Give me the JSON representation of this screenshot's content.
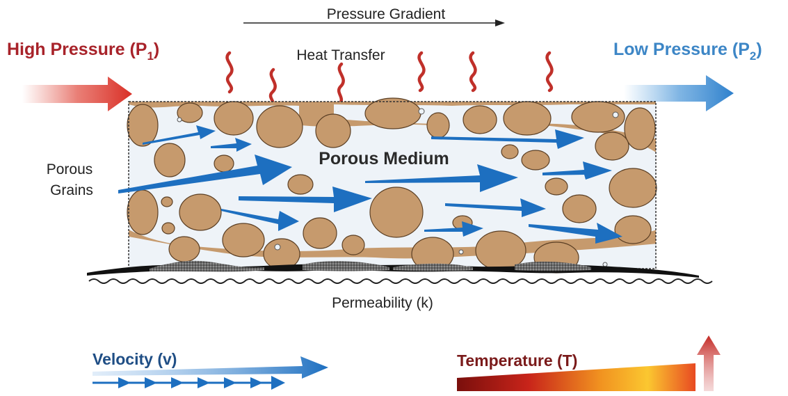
{
  "labels": {
    "pressure_gradient": "Pressure Gradient",
    "high_pressure": "High Pressure (P",
    "high_pressure_sub": "1",
    "low_pressure": "Low Pressure (P",
    "low_pressure_sub": "2",
    "paren_close": ")",
    "heat_transfer": "Heat Transfer",
    "porous_medium": "Porous Medium",
    "porous_grains_line1": "Porous",
    "porous_grains_line2": "Grains",
    "permeability": "Permeability (k)",
    "velocity": "Velocity (v)",
    "temperature": "Temperature (T)"
  },
  "colors": {
    "high_pressure": "#a8232a",
    "low_pressure": "#3d86c6",
    "velocity_label": "#1f4e85",
    "temperature_label": "#7a1a1a",
    "flow_arrow": "#1d6fc0",
    "grain": "#c69a6d",
    "grain_stroke": "#5b3f24",
    "pore_space": "#eef3f8",
    "flame": "#c0302a",
    "text_dark": "#222222"
  },
  "icons": {
    "heat": "flame-icon",
    "temperature_up": "up-arrow-icon",
    "flow": "flow-arrow-icon"
  }
}
